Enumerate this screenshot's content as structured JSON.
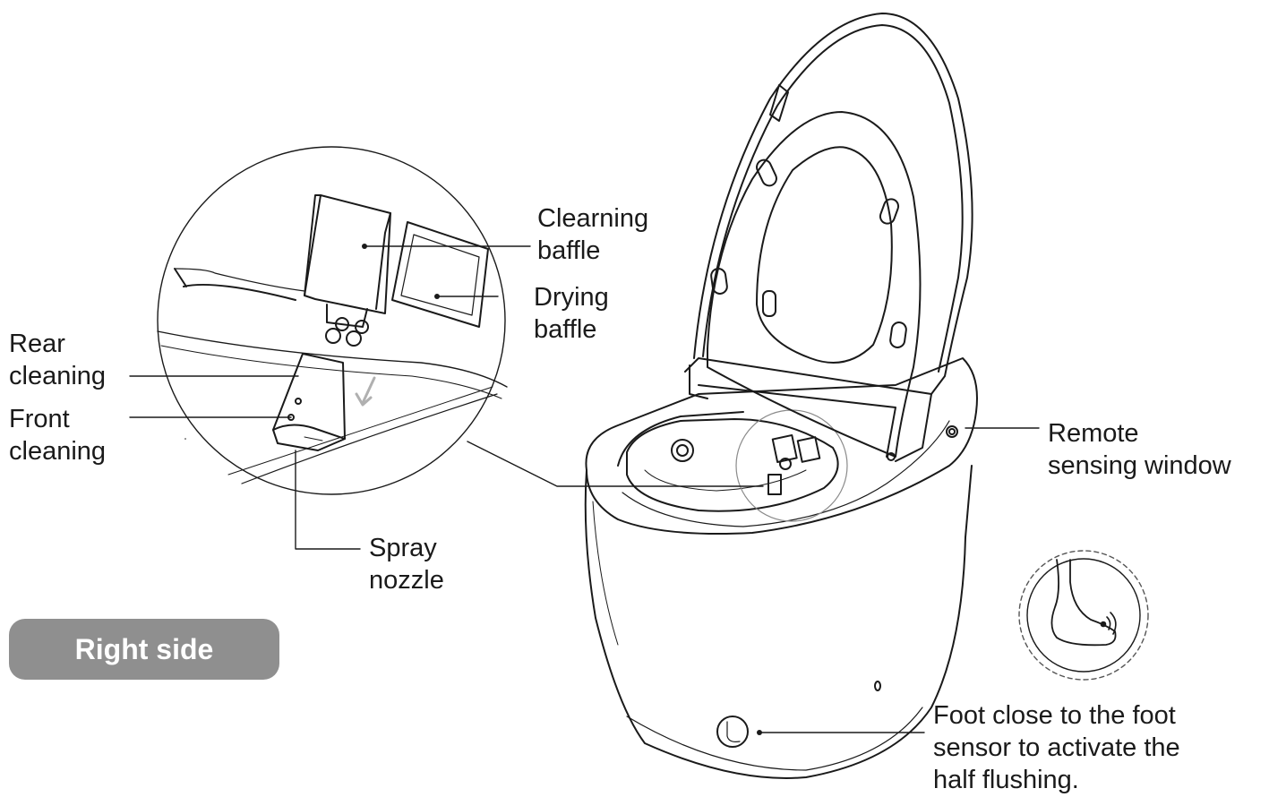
{
  "badge": {
    "label": "Right side"
  },
  "labels": {
    "clearning_baffle": [
      "Clearning",
      "baffle"
    ],
    "drying_baffle": [
      "Drying",
      "baffle"
    ],
    "rear_cleaning": [
      "Rear",
      "cleaning"
    ],
    "front_cleaning": [
      "Front",
      "cleaning"
    ],
    "spray_nozzle": [
      "Spray",
      "nozzle"
    ],
    "remote_sensing_window": [
      "Remote",
      "sensing window"
    ],
    "foot_sensor": [
      "Foot close to the foot",
      "sensor to activate the",
      "half flushing."
    ]
  },
  "colors": {
    "line": "#1a1a1a",
    "badge_bg": "#8f8f8f",
    "badge_text": "#ffffff",
    "arrow": "#b0b0b0"
  },
  "icons": [
    "foot-sensor-icon",
    "remote-sensor-icon",
    "spray-direction-arrow-icon"
  ]
}
